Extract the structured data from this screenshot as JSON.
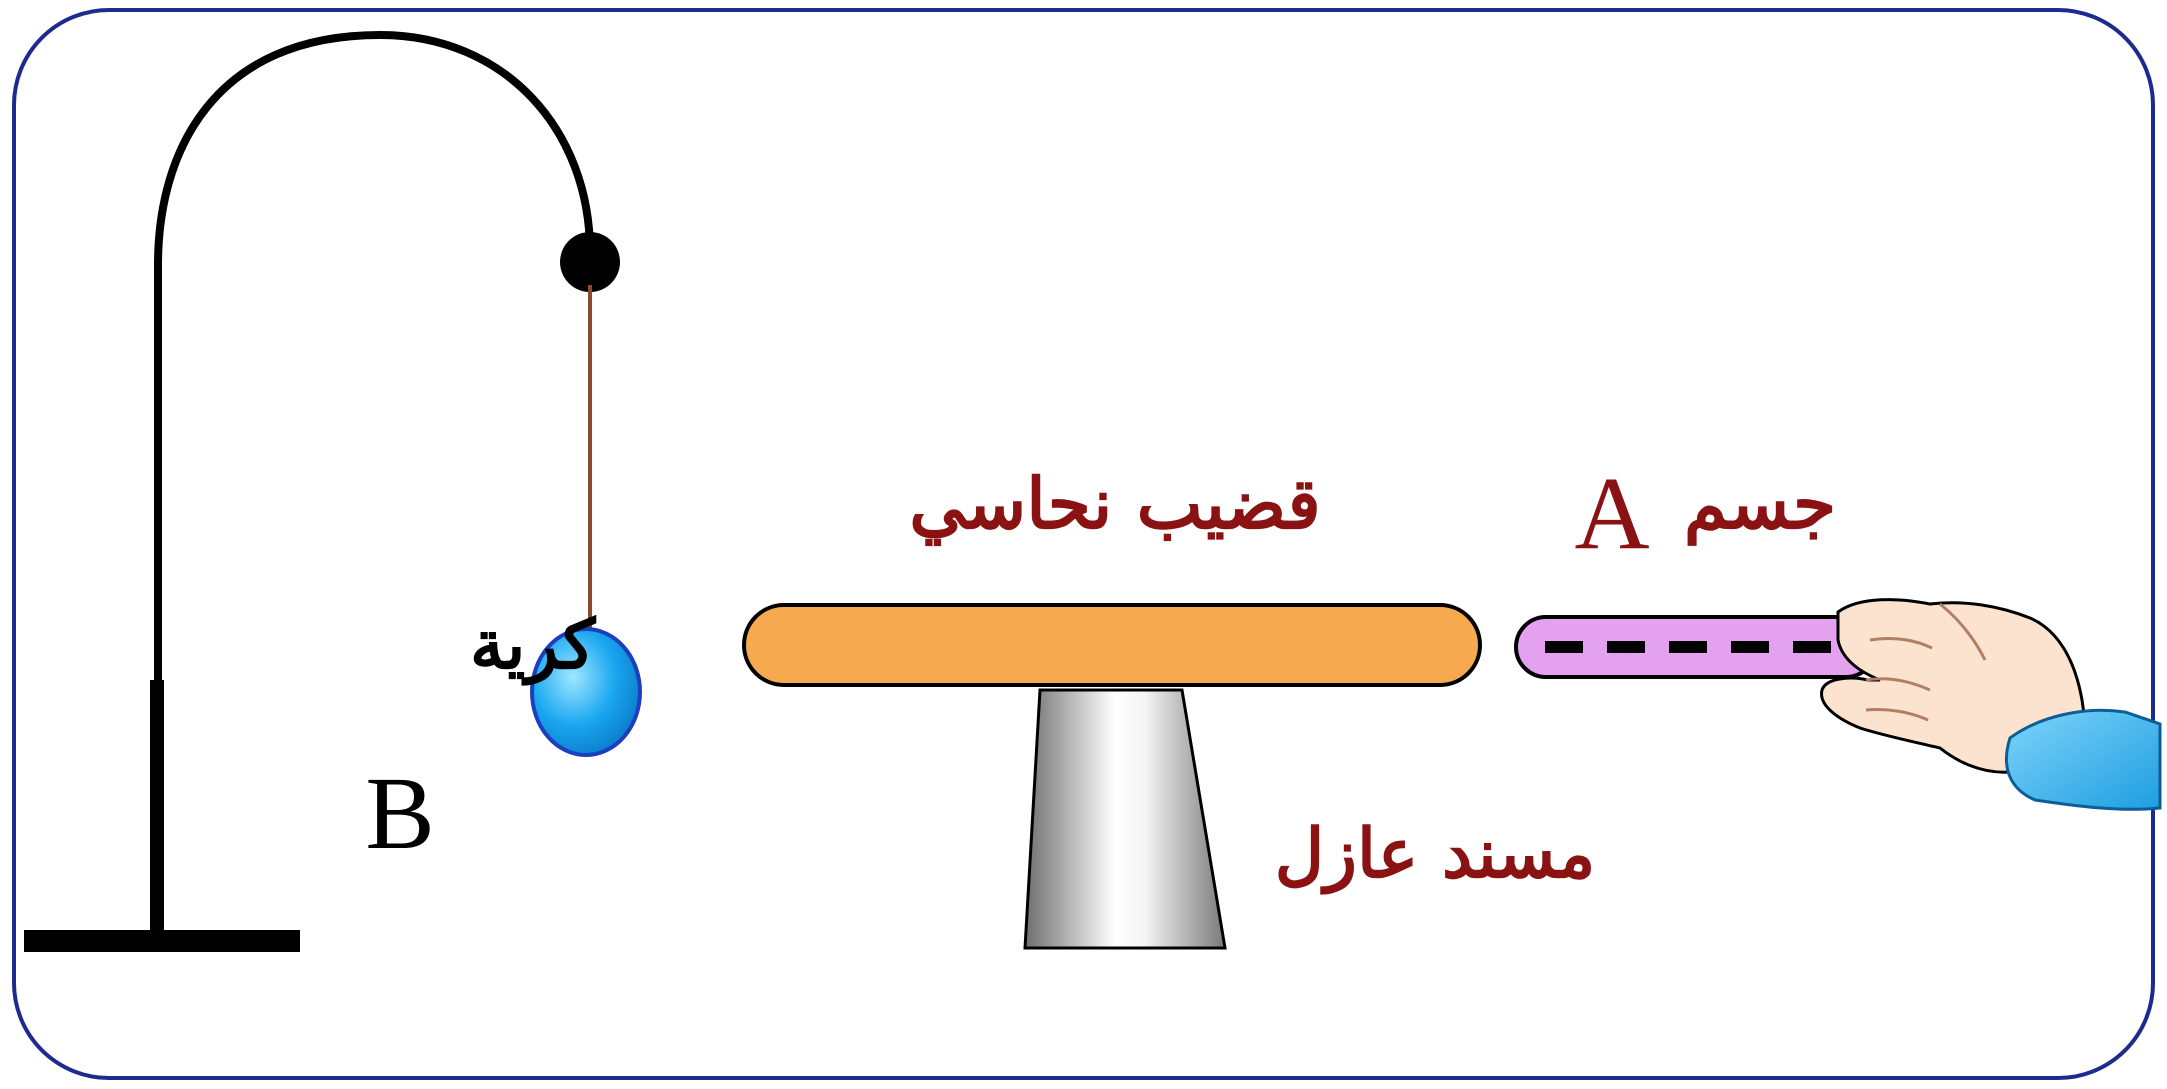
{
  "labels": {
    "ball_word": "كرية",
    "ball_letter": "B",
    "rod_name": "قضيب نحاسي",
    "body_word": "جسم",
    "body_letter": "A",
    "support_name": "مسند عازل"
  },
  "colors": {
    "frame_border": "#1f2a8f",
    "stand": "#000000",
    "thread": "#8b4a32",
    "ball_fill": "#1aa7f0",
    "ball_stroke": "#1d3fbf",
    "rod_fill": "#f7a94f",
    "rod_stroke": "#000000",
    "support_mid": "#ffffff",
    "support_edge": "#6e6e6e",
    "charged_body_fill": "#e3a1ef",
    "charge_marks": "#000000",
    "label_red": "#8b1212",
    "label_black": "#000000",
    "skin": "#fbe3cf",
    "sleeve": "#3fb4ec"
  },
  "charges": {
    "sign": "-",
    "count": 5
  },
  "icons": {
    "hand": "hand-icon",
    "sleeve": "sleeve-icon"
  }
}
